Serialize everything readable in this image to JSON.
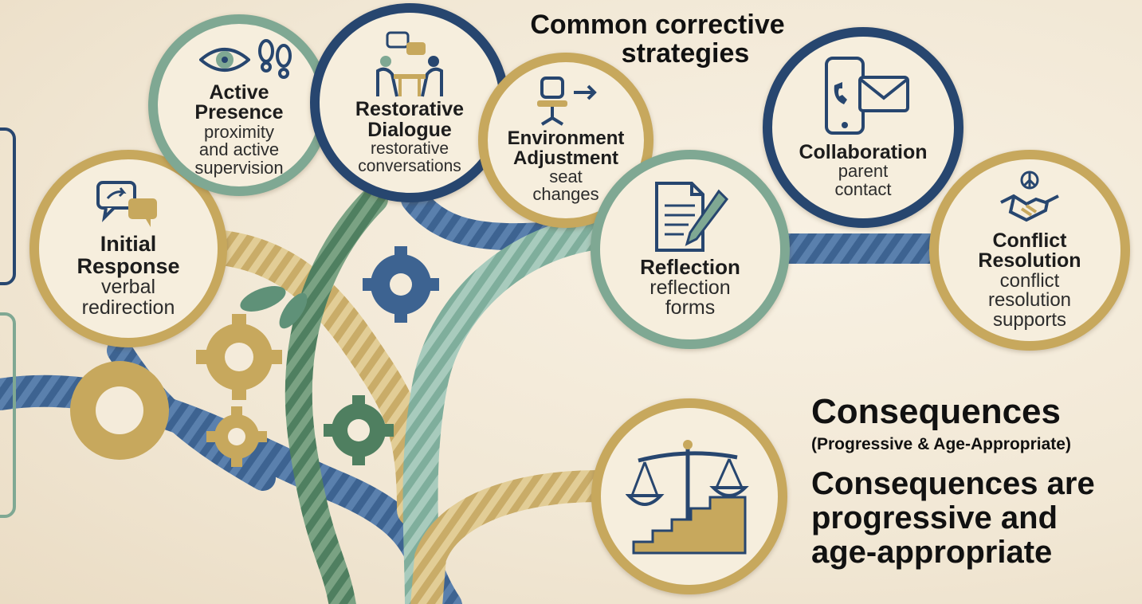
{
  "heading": {
    "line1": "Common corrective",
    "line2": "strategies"
  },
  "strategies": {
    "initial_response": {
      "title_1": "Initial",
      "title_2": "Response",
      "sub_1": "verbal",
      "sub_2": "redirection"
    },
    "active_presence": {
      "title_1": "Active",
      "title_2": "Presence",
      "sub_1": "proximity",
      "sub_2": "and active",
      "sub_3": "supervision"
    },
    "restorative_dialogue": {
      "title_1": "Restorative",
      "title_2": "Dialogue",
      "sub_1": "restorative",
      "sub_2": "conversations"
    },
    "environment_adjustment": {
      "title_1": "Environment",
      "title_2": "Adjustment",
      "sub_1": "seat",
      "sub_2": "changes"
    },
    "reflection": {
      "title_1": "Reflection",
      "sub_1": "reflection",
      "sub_2": "forms"
    },
    "collaboration": {
      "title_1": "Collaboration",
      "sub_1": "parent",
      "sub_2": "contact"
    },
    "conflict_resolution": {
      "title_1": "Conflict",
      "title_2": "Resolution",
      "sub_1": "conflict",
      "sub_2": "resolution",
      "sub_3": "supports"
    }
  },
  "consequences": {
    "title": "Consequences",
    "subtitle": "(Progressive & Age-Appropriate)",
    "body_1": "Consequences are",
    "body_2": "progressive and",
    "body_3": "age-appropriate"
  },
  "icons": [
    "chat-arrow-icon",
    "eye-icon",
    "footprints-icon",
    "meeting-table-icon",
    "chair-arrow-icon",
    "document-pen-icon",
    "phone-mail-icon",
    "handshake-peace-icon",
    "scales-stairs-icon",
    "gear-icon",
    "leaf-icon"
  ],
  "colors": {
    "gold": "#c7a85d",
    "green": "#7fa893",
    "navy": "#27466f",
    "teal": "#8fb7a6",
    "blue": "#3d6391",
    "background": "#f4ebda"
  }
}
